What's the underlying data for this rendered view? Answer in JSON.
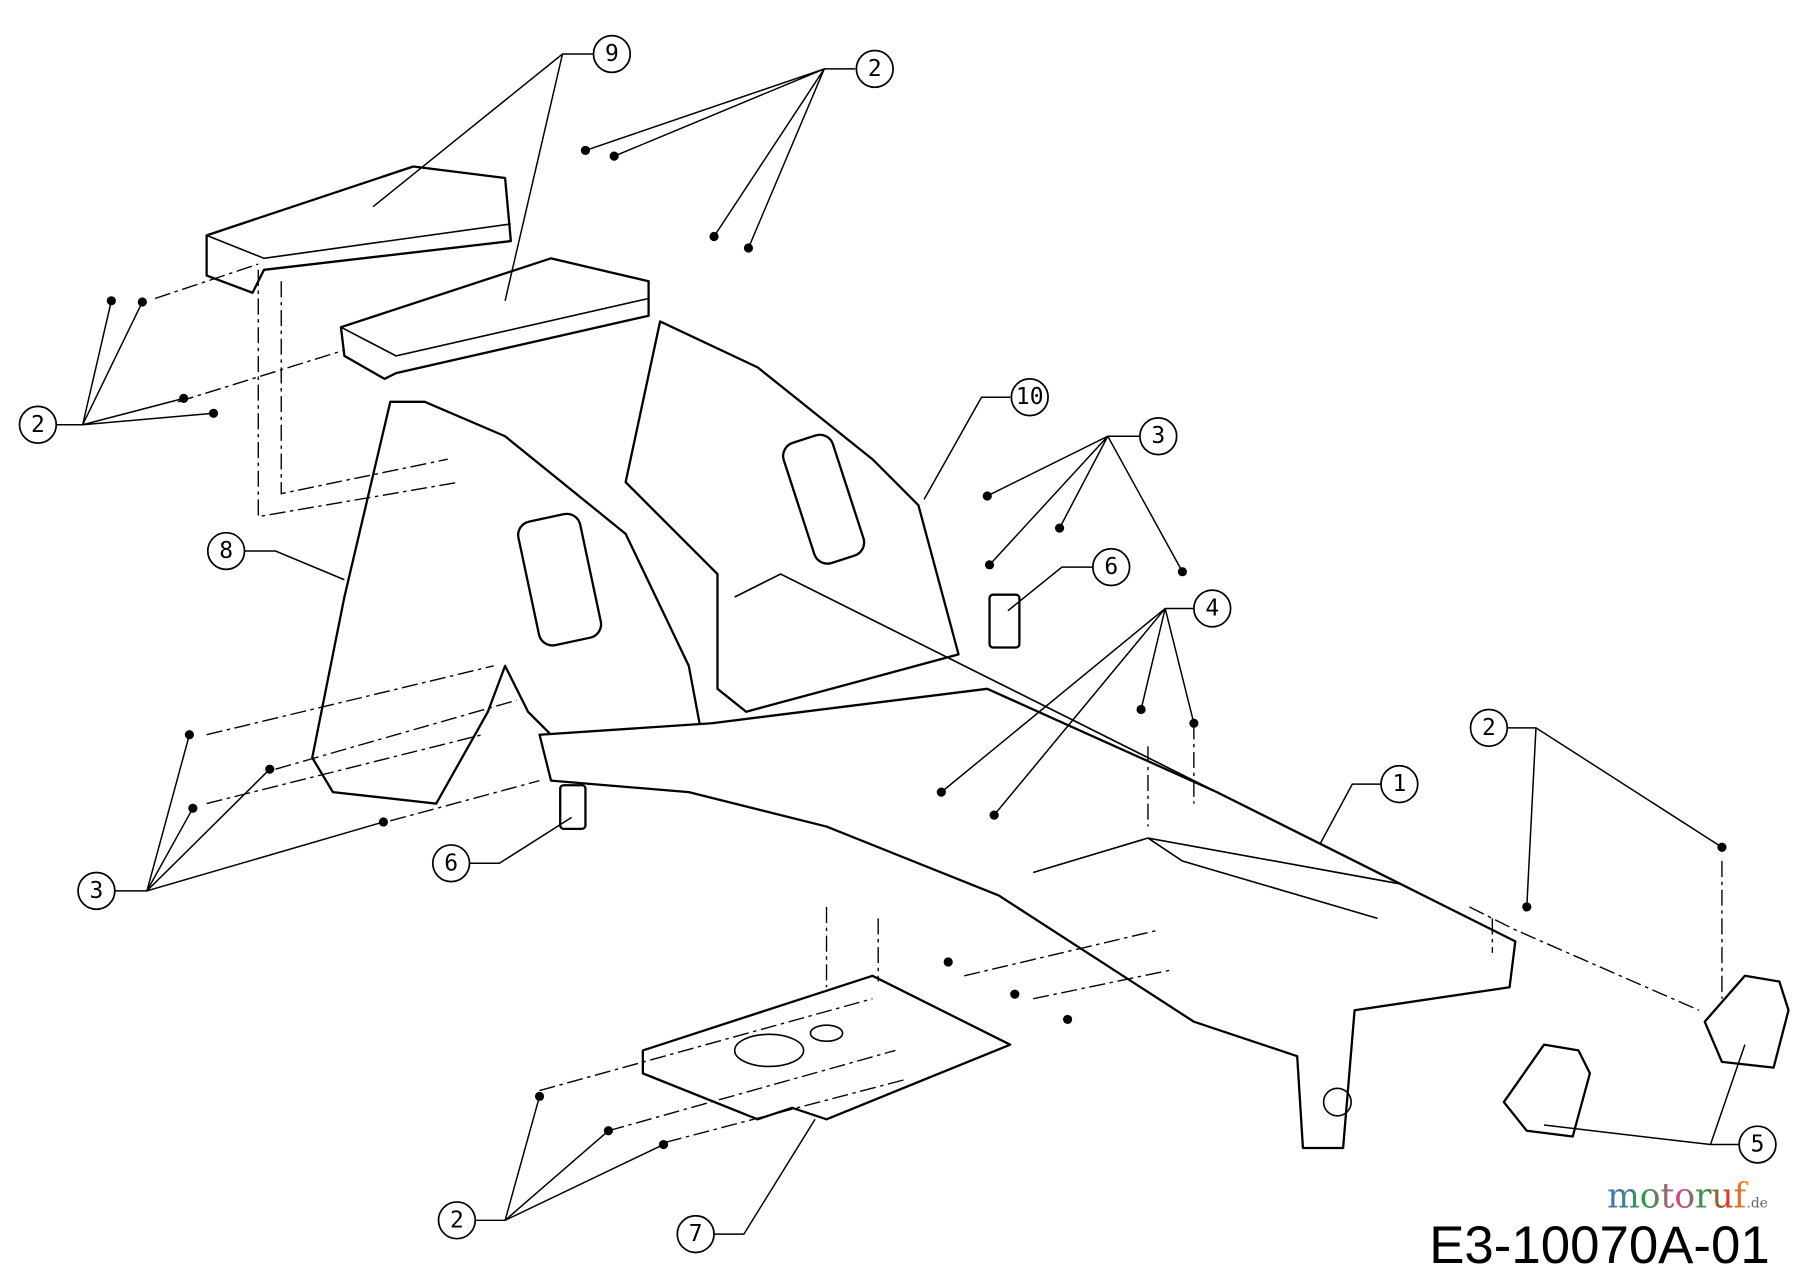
{
  "diagram": {
    "drawing_code": "E3-10070A-01",
    "watermark": {
      "text": "motoruf",
      "suffix": ".de"
    },
    "callouts": [
      {
        "label": "9"
      },
      {
        "label": "2"
      },
      {
        "label": "2"
      },
      {
        "label": "10"
      },
      {
        "label": "3"
      },
      {
        "label": "8"
      },
      {
        "label": "6"
      },
      {
        "label": "4"
      },
      {
        "label": "2"
      },
      {
        "label": "1"
      },
      {
        "label": "6"
      },
      {
        "label": "3"
      },
      {
        "label": "5"
      },
      {
        "label": "2"
      },
      {
        "label": "7"
      }
    ]
  }
}
